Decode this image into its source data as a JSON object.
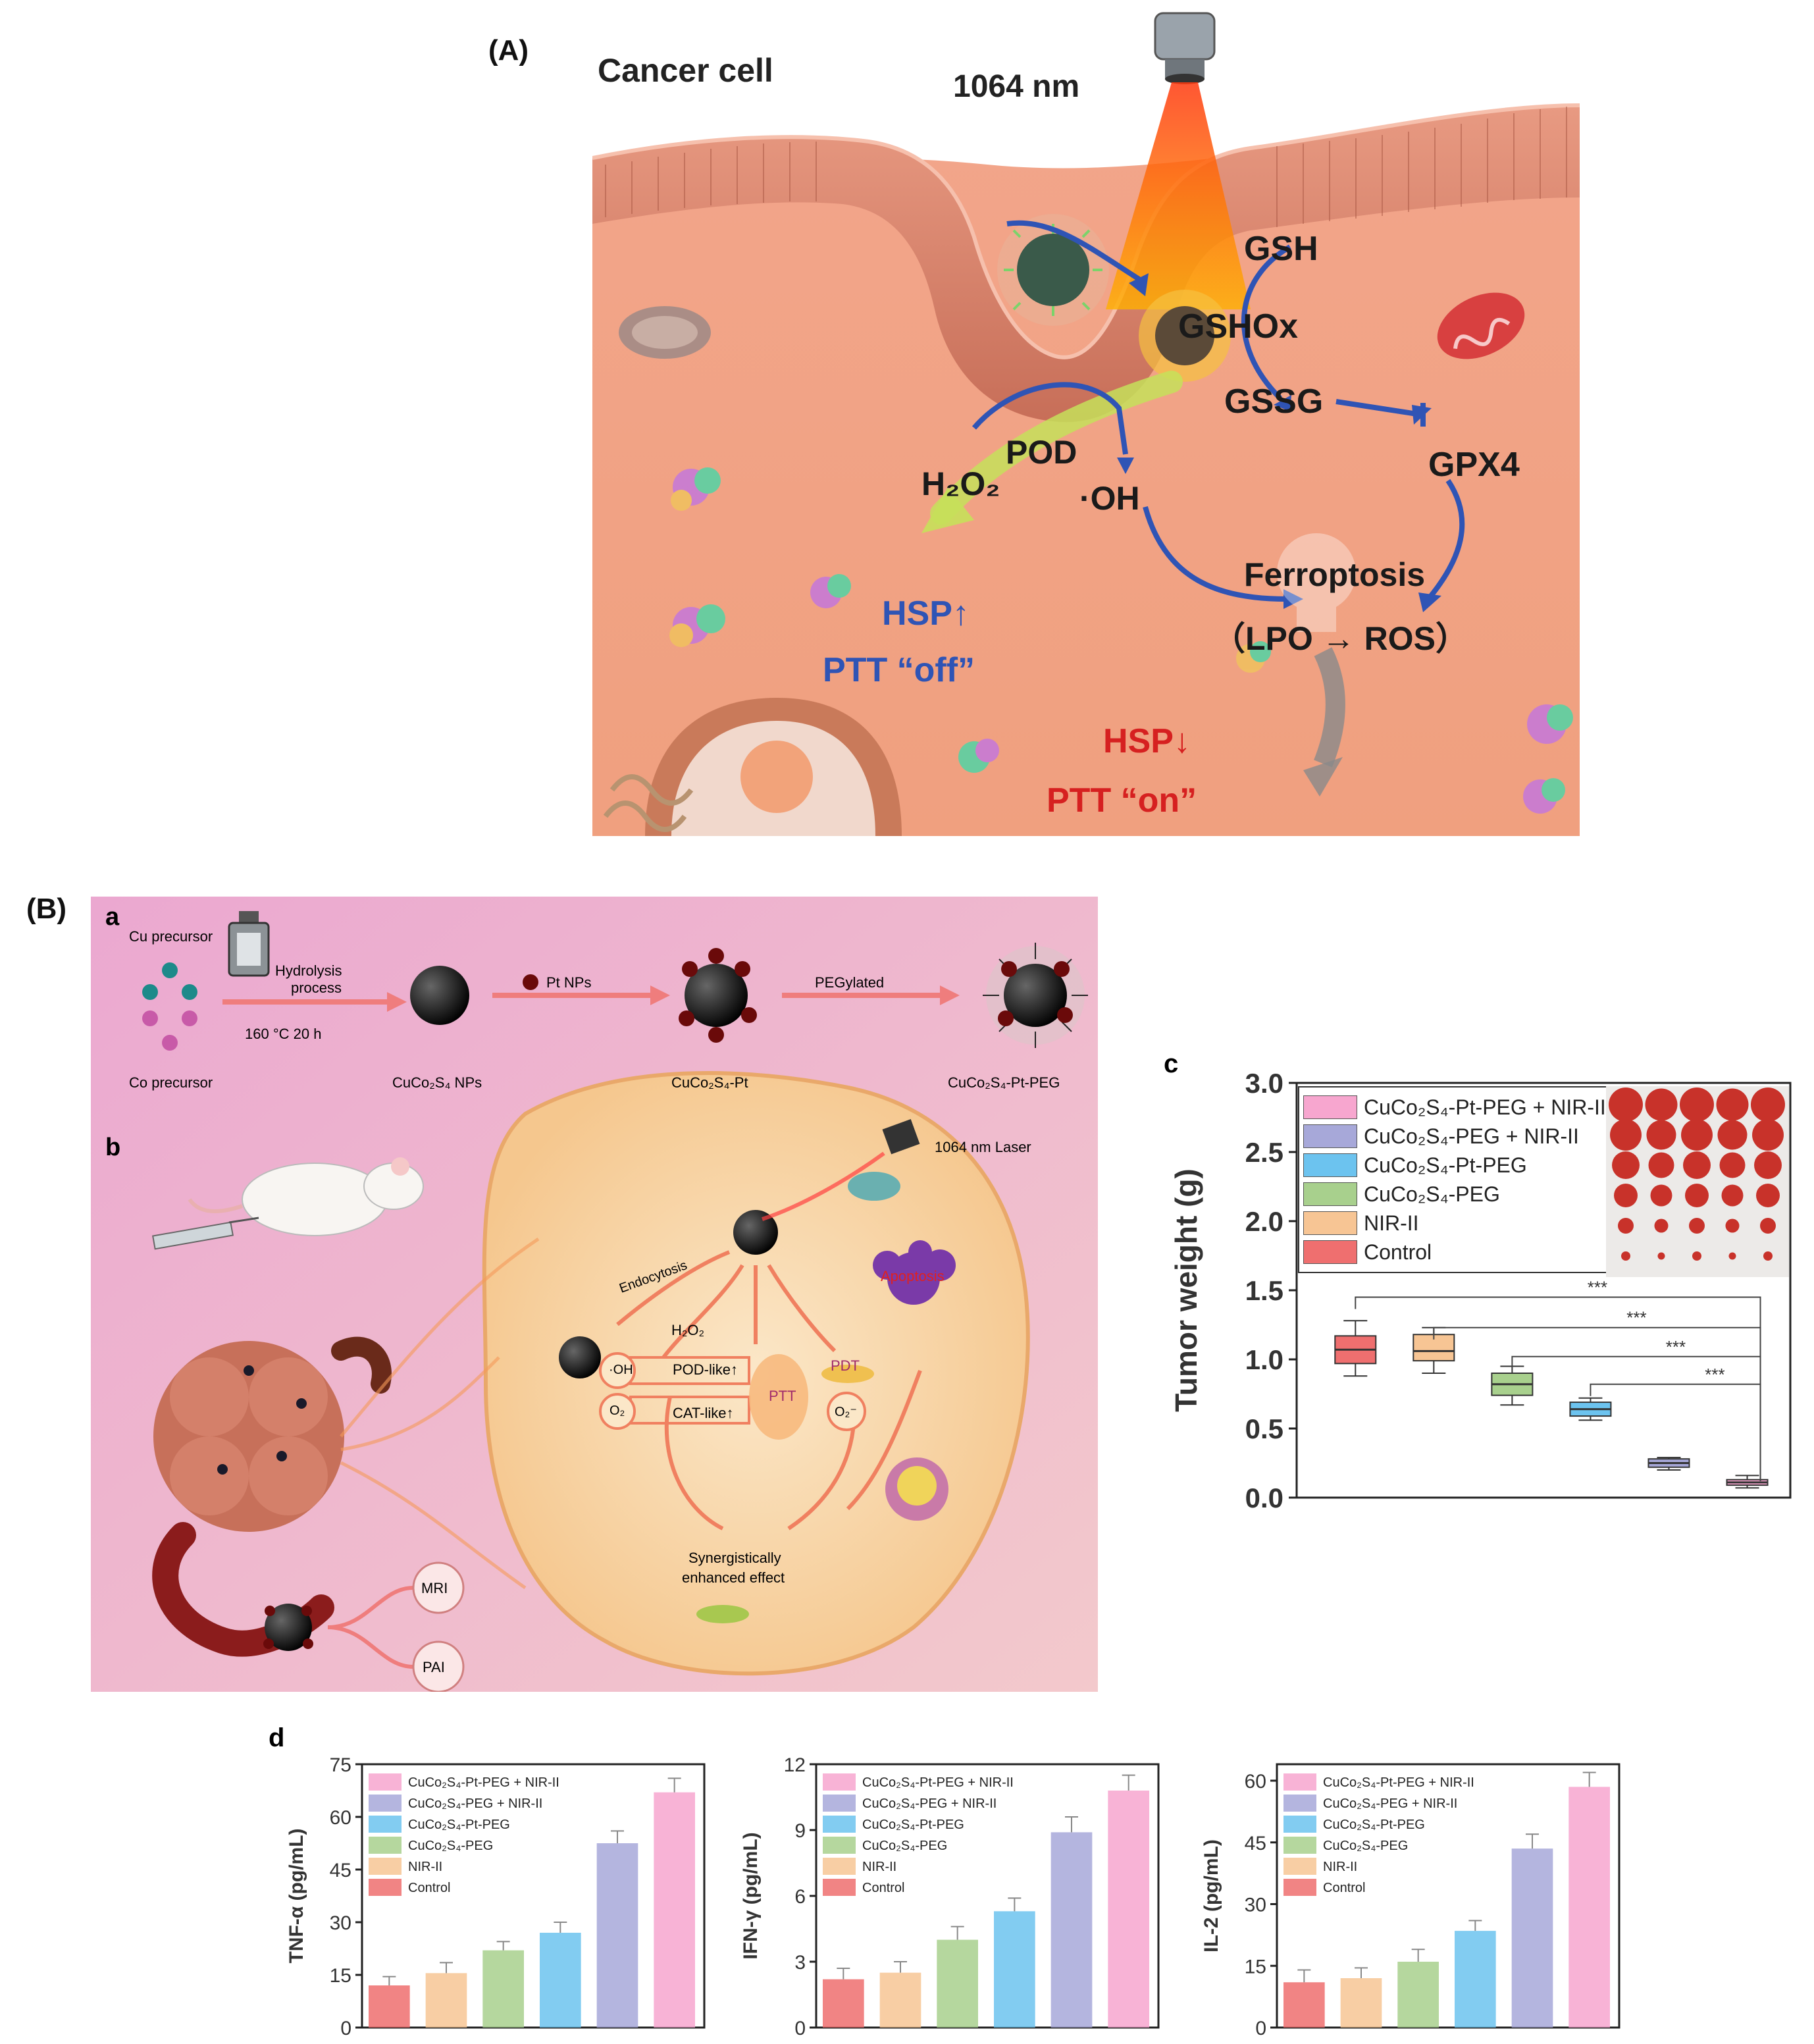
{
  "panelA": {
    "label": "(A)",
    "title": "Cancer cell",
    "laser": "1064 nm",
    "gsh": "GSH",
    "gshox": "GSHOx",
    "gssg": "GSSG",
    "gpx4": "GPX4",
    "pod": "POD",
    "h2o2": "H₂O₂",
    "oh": "·OH",
    "ferroptosis": "Ferroptosis",
    "lpo_ros": "（LPO → ROS）",
    "hsp_up": "HSP↑",
    "ptt_off": "PTT “off”",
    "hsp_down": "HSP↓",
    "ptt_on": "PTT “on”"
  },
  "panelB": {
    "label": "(B)",
    "sub_a": "a",
    "sub_b": "b",
    "cu_precursor": "Cu precursor",
    "co_precursor": "Co precursor",
    "hydrolysis": "Hydrolysis",
    "process": "process",
    "conditions": "160 °C   20 h",
    "nps": "CuCo₂S₄ NPs",
    "pt_nps": "Pt NPs",
    "cuco_pt": "CuCo₂S₄-Pt",
    "pegylated": "PEGylated",
    "cuco_pt_peg": "CuCo₂S₄-Pt-PEG",
    "laser": "1064 nm Laser",
    "endocytosis": "Endocytosis",
    "h2o2": "H₂O₂",
    "pod_like": "POD-like↑",
    "cat_like": "CAT-like↑",
    "oh": "·OH",
    "o2": "O₂",
    "ptt": "PTT",
    "pdt": "PDT",
    "o2_radical": "O₂⁻",
    "apoptosis": "Apoptosis",
    "synergy_1": "Synergistically",
    "synergy_2": "enhanced  effect",
    "mri": "MRI",
    "pai": "PAI"
  },
  "legend": [
    {
      "label": "CuCo₂S₄-Pt-PEG + NIR-II",
      "color": "#f7a6cf"
    },
    {
      "label": "CuCo₂S₄-PEG + NIR-II",
      "color": "#a7a8d9"
    },
    {
      "label": "CuCo₂S₄-Pt-PEG",
      "color": "#6cc3ef"
    },
    {
      "label": "CuCo₂S₄-PEG",
      "color": "#a8d08d"
    },
    {
      "label": "NIR-II",
      "color": "#f7c594"
    },
    {
      "label": "Control",
      "color": "#ef6f6f"
    }
  ],
  "chart_data": [
    {
      "type": "box",
      "panel": "c",
      "ylabel": "Tumor weight (g)",
      "ylim": [
        0,
        3.0
      ],
      "yticks": [
        0.0,
        0.5,
        1.0,
        1.5,
        2.0,
        2.5,
        3.0
      ],
      "yticklabels": [
        "0.0",
        "0.5",
        "1.0",
        "1.5",
        "2.0",
        "2.5",
        "3.0"
      ],
      "categories": [
        "Control",
        "NIR-II",
        "CuCo₂S₄-PEG",
        "CuCo₂S₄-Pt-PEG",
        "CuCo₂S₄-PEG + NIR-II",
        "CuCo₂S₄-Pt-PEG + NIR-II"
      ],
      "boxes": [
        {
          "min": 0.88,
          "q1": 0.97,
          "median": 1.07,
          "q3": 1.17,
          "max": 1.28
        },
        {
          "min": 0.9,
          "q1": 0.99,
          "median": 1.06,
          "q3": 1.18,
          "max": 1.23
        },
        {
          "min": 0.67,
          "q1": 0.74,
          "median": 0.82,
          "q3": 0.9,
          "max": 0.95
        },
        {
          "min": 0.56,
          "q1": 0.59,
          "median": 0.64,
          "q3": 0.69,
          "max": 0.72
        },
        {
          "min": 0.2,
          "q1": 0.22,
          "median": 0.25,
          "q3": 0.28,
          "max": 0.29
        },
        {
          "min": 0.07,
          "q1": 0.09,
          "median": 0.11,
          "q3": 0.13,
          "max": 0.16
        }
      ],
      "significance": [
        {
          "from": 0,
          "to": 5,
          "y": 1.45,
          "label": "***"
        },
        {
          "from": 1,
          "to": 5,
          "y": 1.23,
          "label": "***"
        },
        {
          "from": 2,
          "to": 5,
          "y": 1.02,
          "label": "***"
        },
        {
          "from": 3,
          "to": 5,
          "y": 0.82,
          "label": "***"
        }
      ]
    },
    {
      "type": "bar",
      "panel": "d",
      "ylabel": "TNF-α (pg/mL)",
      "ylim": [
        0,
        75
      ],
      "yticks": [
        0,
        15,
        30,
        45,
        60,
        75
      ],
      "categories": [
        "Control",
        "NIR-II",
        "CuCo₂S₄-PEG",
        "CuCo₂S₄-Pt-PEG",
        "CuCo₂S₄-PEG + NIR-II",
        "CuCo₂S₄-Pt-PEG + NIR-II"
      ],
      "values": [
        12,
        15.5,
        22,
        27,
        52.5,
        67
      ],
      "errors": [
        2.5,
        3,
        2.5,
        3,
        3.5,
        4
      ]
    },
    {
      "type": "bar",
      "panel": "d",
      "ylabel": "IFN-γ (pg/mL)",
      "ylim": [
        0,
        12
      ],
      "yticks": [
        0,
        3,
        6,
        9,
        12
      ],
      "categories": [
        "Control",
        "NIR-II",
        "CuCo₂S₄-PEG",
        "CuCo₂S₄-Pt-PEG",
        "CuCo₂S₄-PEG + NIR-II",
        "CuCo₂S₄-Pt-PEG + NIR-II"
      ],
      "values": [
        2.2,
        2.5,
        4.0,
        5.3,
        8.9,
        10.8
      ],
      "errors": [
        0.5,
        0.5,
        0.6,
        0.6,
        0.7,
        0.7
      ]
    },
    {
      "type": "bar",
      "panel": "d",
      "ylabel": "IL-2 (pg/mL)",
      "ylim": [
        0,
        64
      ],
      "yticks": [
        0,
        15,
        30,
        45,
        60
      ],
      "categories": [
        "Control",
        "NIR-II",
        "CuCo₂S₄-PEG",
        "CuCo₂S₄-Pt-PEG",
        "CuCo₂S₄-PEG + NIR-II",
        "CuCo₂S₄-Pt-PEG + NIR-II"
      ],
      "values": [
        11,
        12,
        16,
        23.5,
        43.5,
        58.5
      ],
      "errors": [
        3,
        2.5,
        3,
        2.5,
        3.5,
        3.5
      ]
    }
  ],
  "panel_labels": {
    "c": "c",
    "d": "d"
  }
}
